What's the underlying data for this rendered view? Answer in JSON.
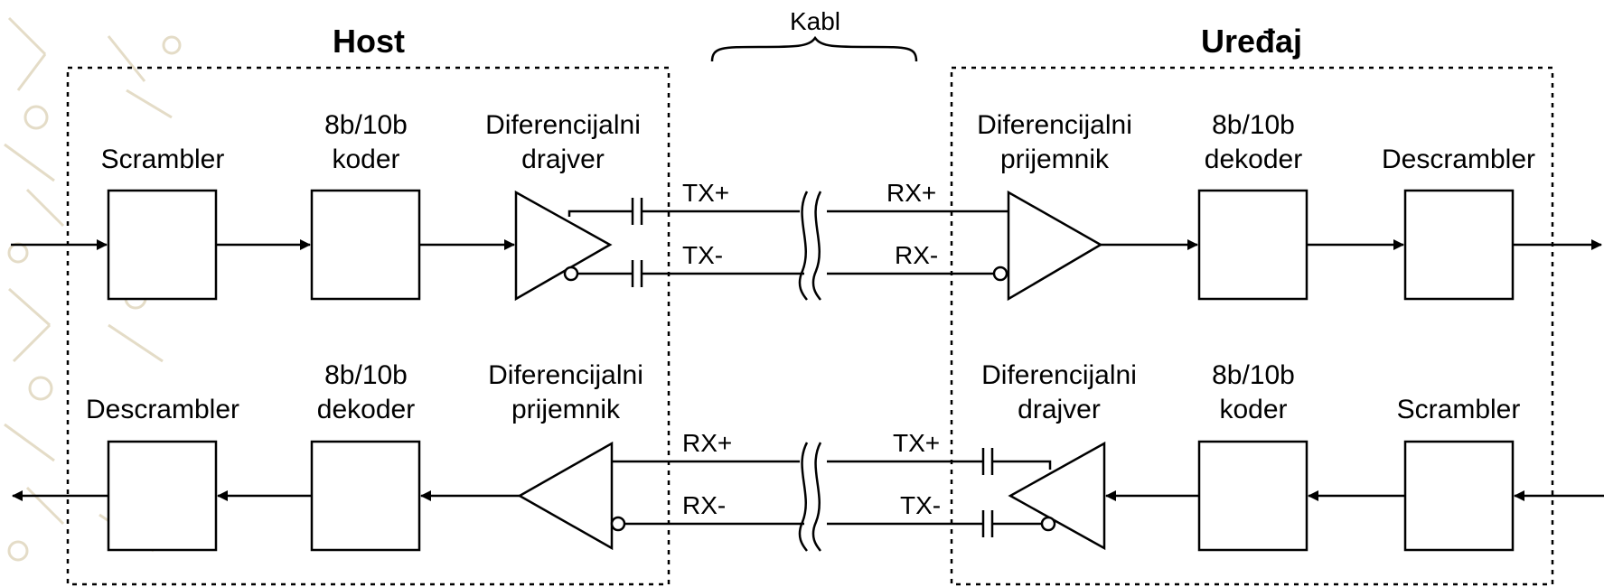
{
  "host_title": "Host",
  "device_title": "Uređaj",
  "cable_label": "Kabl",
  "top": {
    "scrambler": "Scrambler",
    "coder_l1": "8b/10b",
    "coder_l2": "koder",
    "driver_l1": "Diferencijalni",
    "driver_l2": "drajver",
    "receiver_l1": "Diferencijalni",
    "receiver_l2": "prijemnik",
    "decoder_l1": "8b/10b",
    "decoder_l2": "dekoder",
    "descrambler": "Descrambler",
    "tx_plus": "TX+",
    "tx_minus": "TX-",
    "rx_plus": "RX+",
    "rx_minus": "RX-"
  },
  "bottom": {
    "descrambler": "Descrambler",
    "decoder_l1": "8b/10b",
    "decoder_l2": "dekoder",
    "receiver_l1": "Diferencijalni",
    "receiver_l2": "prijemnik",
    "driver_l1": "Diferencijalni",
    "driver_l2": "drajver",
    "coder_l1": "8b/10b",
    "coder_l2": "koder",
    "scrambler": "Scrambler",
    "rx_plus": "RX+",
    "rx_minus": "RX-",
    "tx_plus": "TX+",
    "tx_minus": "TX-"
  }
}
